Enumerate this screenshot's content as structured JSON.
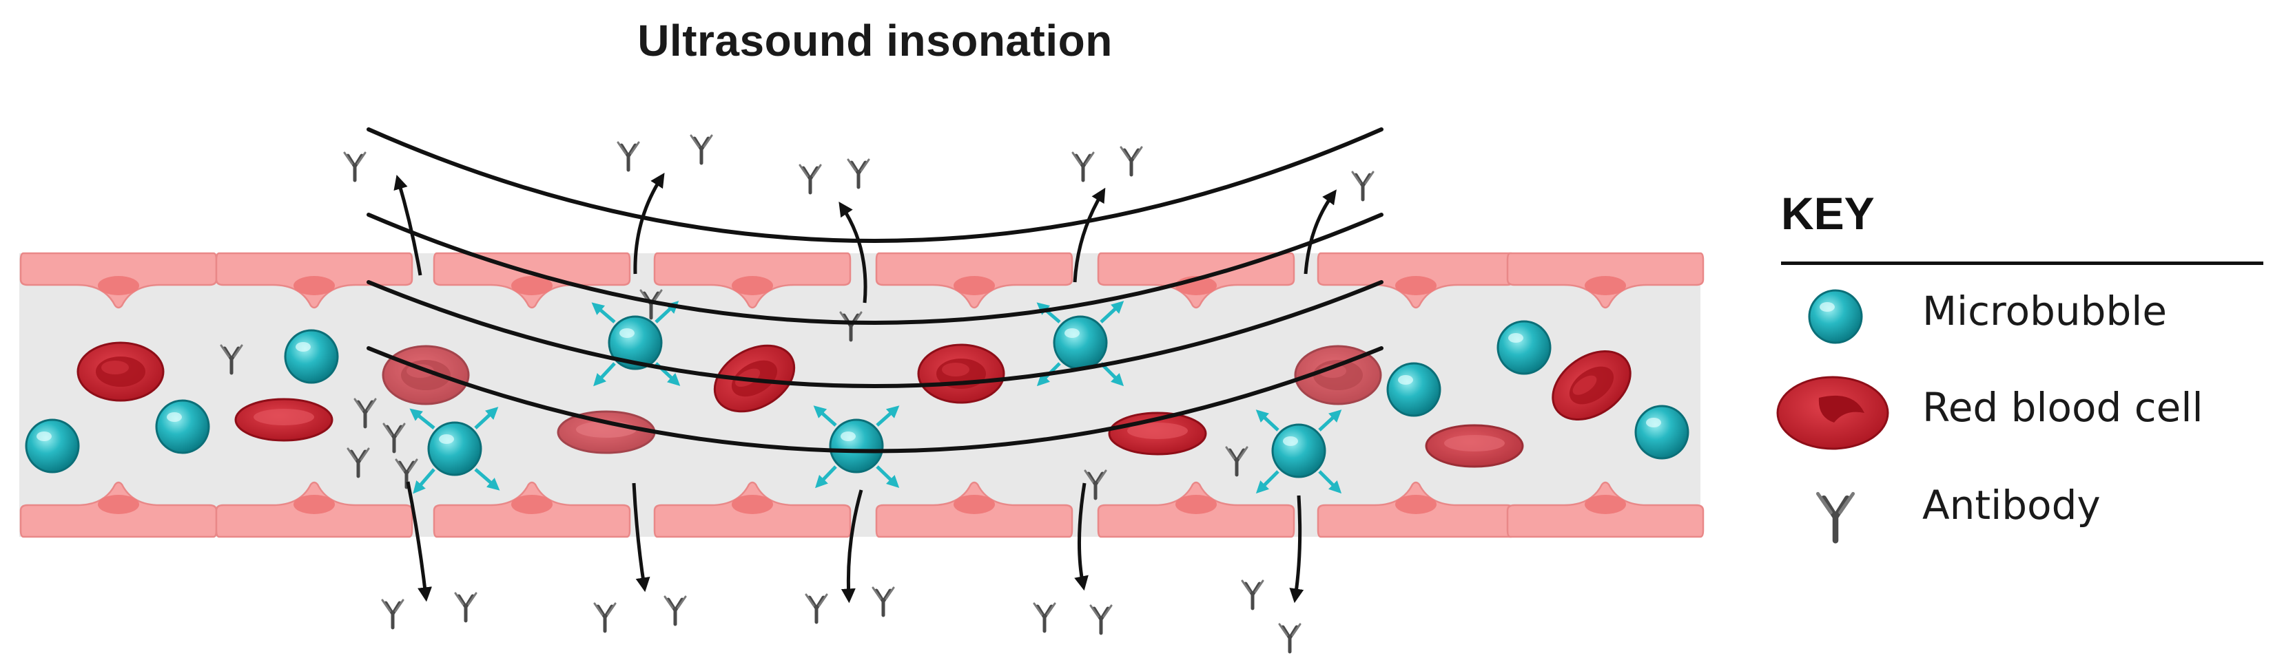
{
  "title": "Ultrasound insonation",
  "key": {
    "title": "KEY",
    "items": [
      {
        "icon": "microbubble-icon",
        "label": "Microbubble"
      },
      {
        "icon": "red-blood-cell-icon",
        "label": "Red blood cell"
      },
      {
        "icon": "antibody-icon",
        "label": "Antibody"
      }
    ]
  },
  "colors": {
    "vessel_lumen": "#e8e8e8",
    "endothelium": "#f6a3a3",
    "endothelium_nucleus": "#ef7d7d",
    "microbubble": "#22b3bd",
    "red_blood_cell": "#cc1f2c",
    "antibody": "#4a4a4a",
    "arrow_cyan": "#22b8c4",
    "wave": "#111111"
  }
}
